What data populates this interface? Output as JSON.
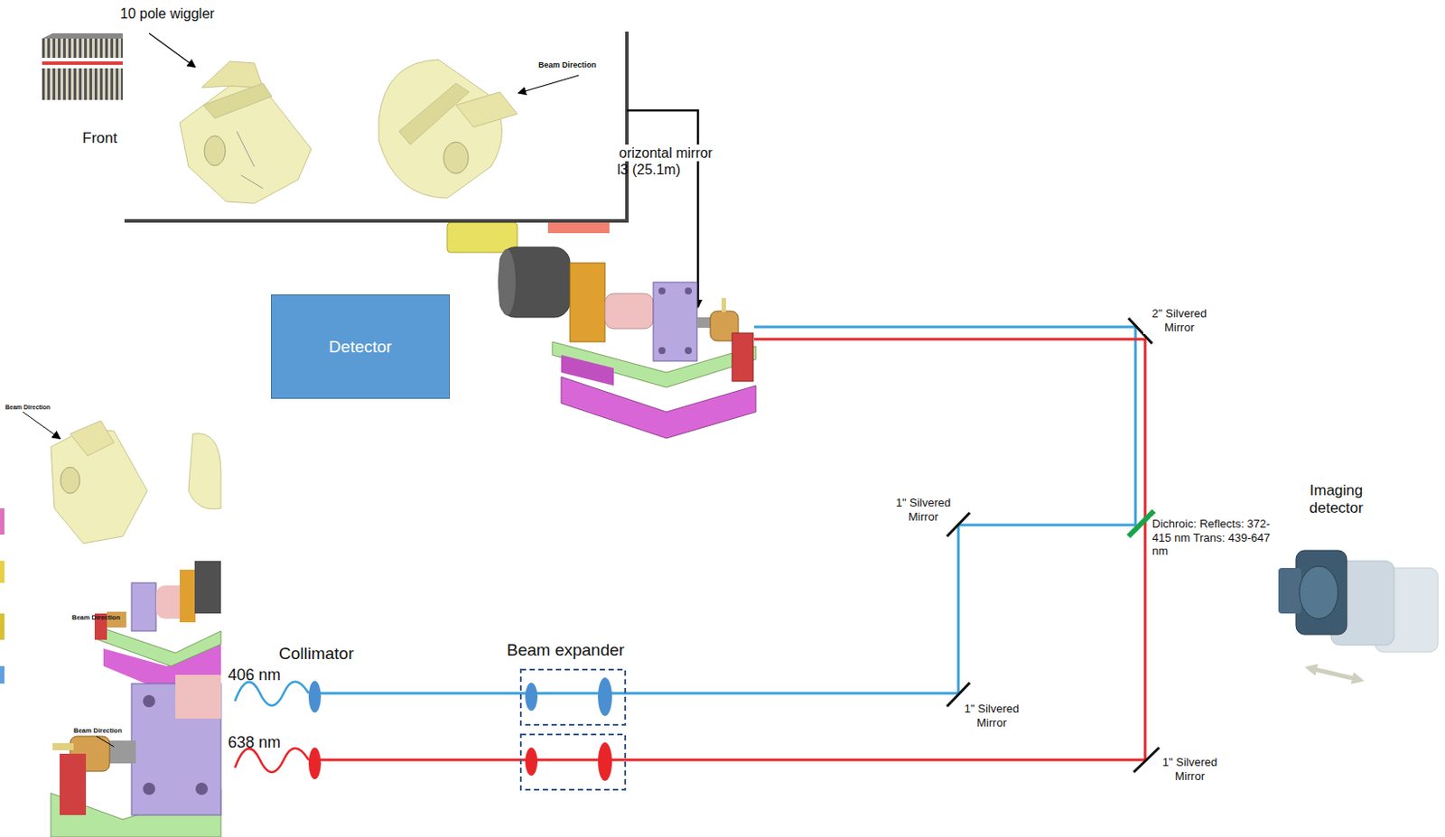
{
  "diagram": {
    "nodes": [
      {
        "text": [
          "Detector"
        ]
      }
    ],
    "labels": [
      "10 pole wiggler",
      "Front",
      "Beam Direction",
      "orizontal mirror",
      "l3 (25.1m)",
      "2\" Silvered Mirror",
      "1\" Silvered Mirror",
      "Dichroic: Reflects: 372-415 nm Trans: 439-647 nm",
      "1\" Silvered Mirror",
      "1\" Silvered Mirror",
      "Imaging detector",
      "Collimator",
      "Beam expander",
      "406 nm",
      "638 nm",
      "Beam Direction",
      "Beam Direction",
      "Beam Direction"
    ]
  }
}
